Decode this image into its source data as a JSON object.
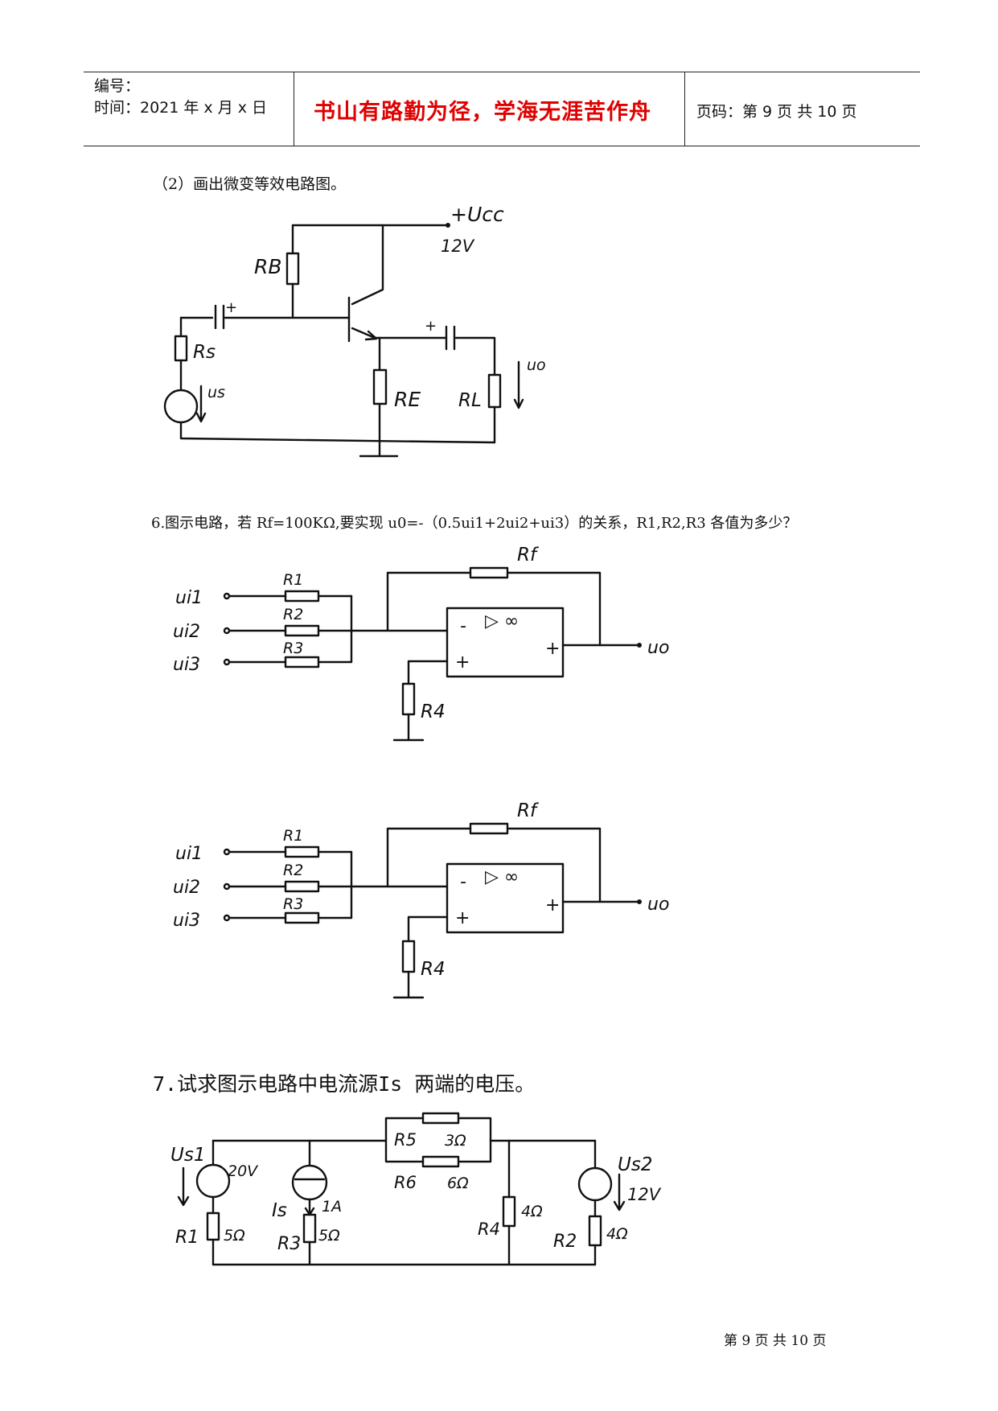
{
  "header": {
    "number_label": "编号：",
    "time_label": "时间：2021 年 x 月 x 日",
    "motto": "书山有路勤为径，学海无涯苦作舟",
    "page_label": "页码：第 9 页  共 10 页"
  },
  "question5": {
    "part2": "（2）画出微变等效电路图。",
    "circuit": {
      "vcc": "+Ucc",
      "vcc_value": "12V",
      "rb": "RB",
      "rs": "Rs",
      "us": "us",
      "re": "RE",
      "rl": "RL",
      "uo": "uo"
    }
  },
  "question6": {
    "text": "6.图示电路，若 Rf=100KΩ,要实现 u0=-（0.5ui1+2ui2+ui3）的关系，R1,R2,R3 各值为多少？",
    "circuit": {
      "ui1": "ui1",
      "ui2": "ui2",
      "ui3": "ui3",
      "r1": "R1",
      "r2": "R2",
      "r3": "R3",
      "r4": "R4",
      "rf": "Rf",
      "minus": "-",
      "plus_in": "+",
      "plus_out": "+",
      "amp": "▷ ∞",
      "uo": "uo"
    }
  },
  "question7": {
    "text": "7.试求图示电路中电流源Is 两端的电压。",
    "circuit": {
      "us1": "Us1",
      "us1_value": "20V",
      "is": "Is",
      "is_value": "1A",
      "r1": "R1",
      "r1_value": "5Ω",
      "r3": "R3",
      "r3_value": "5Ω",
      "r5": "R5",
      "r5_value": "3Ω",
      "r6": "R6",
      "r6_value": "6Ω",
      "r4": "R4",
      "r4_value": "4Ω",
      "us2": "Us2",
      "us2_value": "12V",
      "r2": "R2",
      "r2_value": "4Ω"
    }
  },
  "footer": {
    "page": "第 9 页 共 10 页"
  }
}
